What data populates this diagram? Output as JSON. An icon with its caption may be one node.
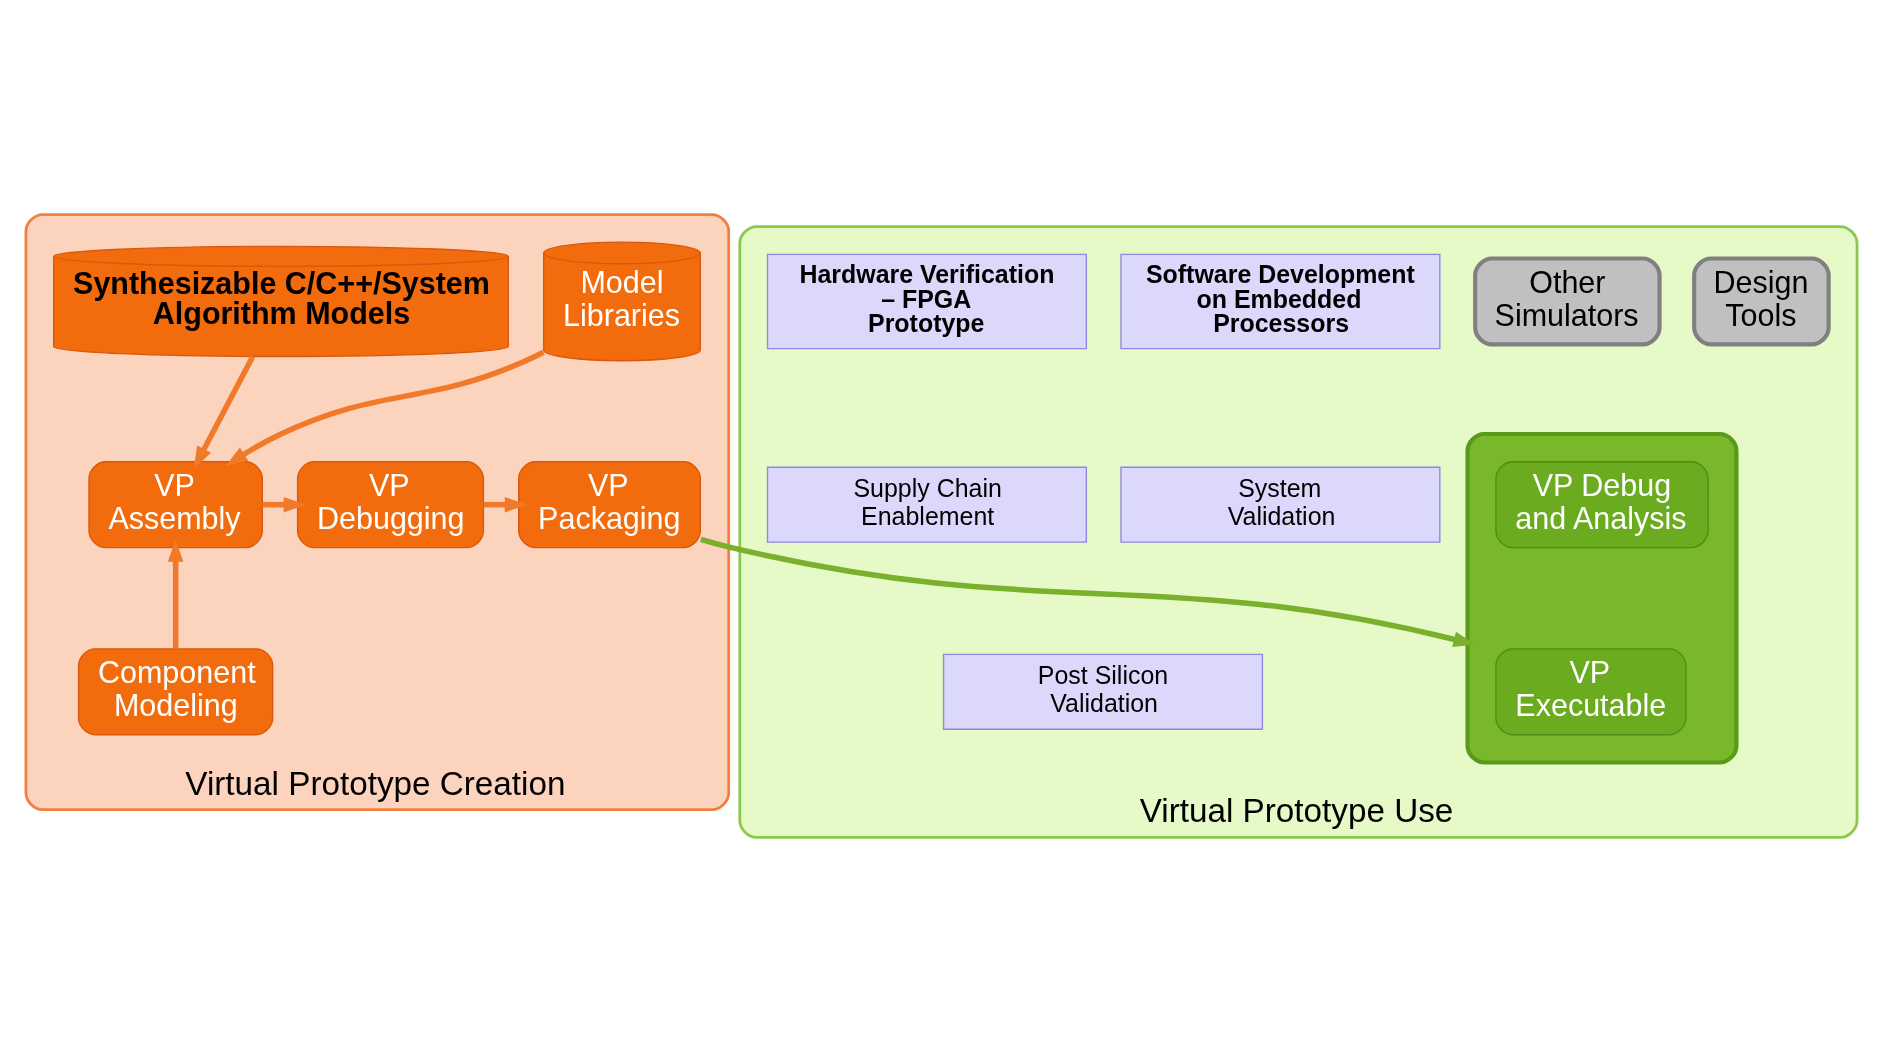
{
  "diagram": {
    "nodes": [
      {
        "text": [
          "Virtual Prototype Creation"
        ]
      },
      {
        "text": [
          "Model Libraries"
        ],
        "in": 0
      },
      {
        "text": [
          "Synthesizable C/C++/System Algorithm Models"
        ],
        "in": 0
      },
      {
        "text": [
          "VP Assembly"
        ],
        "in": 0
      },
      {
        "text": [
          "VP Debugging"
        ],
        "in": 0
      },
      {
        "text": [
          "VP Packaging"
        ],
        "in": 0
      },
      {
        "text": [
          "Component Modeling"
        ],
        "in": 0
      },
      {
        "text": [
          "Virtual Prototype Use"
        ]
      },
      {
        "text": [
          "Design Tools"
        ],
        "in": 7
      },
      {
        "text": [],
        "shape": "box",
        "in": 7
      },
      {
        "text": [
          "VP Debug and Analysis"
        ],
        "in": 9
      },
      {
        "text": [
          "VP Executable"
        ],
        "in": 9
      },
      {
        "text": [
          "Other Simulators"
        ],
        "in": 7
      },
      {
        "text": [
          "Software Development on Embedded Processors"
        ],
        "in": 7
      },
      {
        "text": [
          "Hardware Verification – FPGA Prototype"
        ],
        "in": 7
      },
      {
        "text": [
          "System Validation"
        ],
        "in": 7
      },
      {
        "text": [
          "Supply Chain Enablement"
        ],
        "in": 7
      },
      {
        "text": [
          "Post Silicon Validation"
        ],
        "in": 7
      }
    ],
    "edges": [
      {
        "from": 1,
        "to": 3,
        "arrow": "to"
      },
      {
        "from": 2,
        "to": 3,
        "arrow": "to"
      },
      {
        "from": 3,
        "to": 4,
        "arrow": "to"
      },
      {
        "from": 4,
        "to": 5,
        "arrow": "to"
      },
      {
        "from": 6,
        "to": 3,
        "arrow": "to"
      },
      {
        "from": 5,
        "to": 9,
        "arrow": "to",
        "color": "#7ab02c"
      }
    ]
  }
}
